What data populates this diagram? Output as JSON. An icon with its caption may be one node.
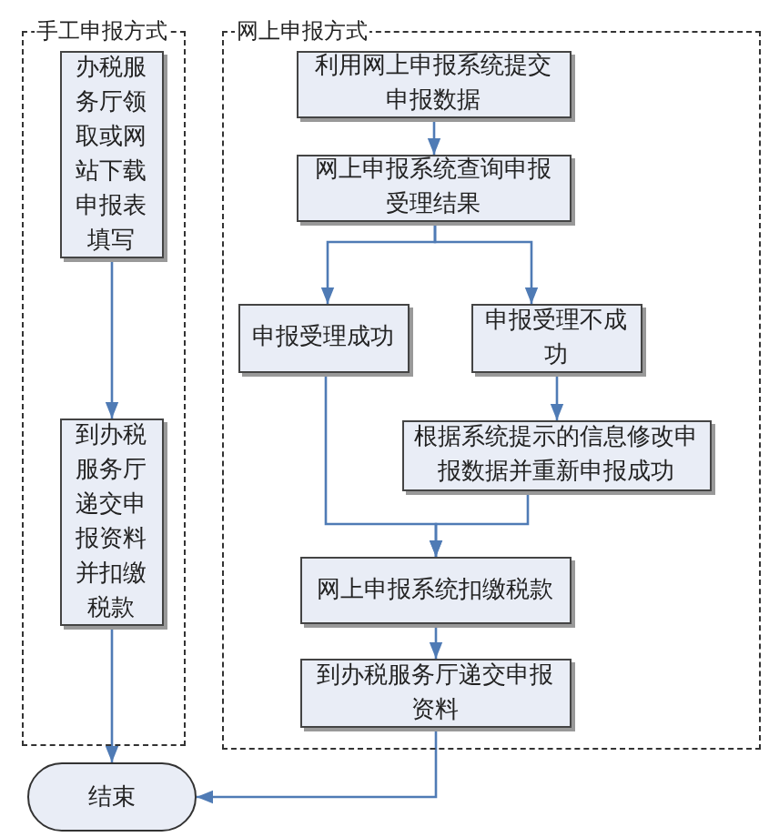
{
  "diagram": {
    "nodes": [
      {
        "text": [
          "手工申报方式"
        ]
      },
      {
        "text": [
          "办税服务厅领取或网站下载申报表填写"
        ],
        "in": 0
      },
      {
        "text": [
          "到办税服务厅递交申报资料并扣缴税款"
        ],
        "in": 0
      },
      {
        "text": [
          "网上申报方式"
        ]
      },
      {
        "text": [
          "利用网上申报系统提交申报数据"
        ],
        "in": 3
      },
      {
        "text": [
          "网上申报系统查询申报受理结果"
        ],
        "in": 3
      },
      {
        "text": [
          "申报受理成功"
        ],
        "in": 3
      },
      {
        "text": [
          "申报受理不成功"
        ],
        "in": 3
      },
      {
        "text": [
          "根据系统提示的信息修改申报数据并重新申报成功"
        ],
        "in": 3
      },
      {
        "text": [
          "网上申报系统扣缴税款"
        ],
        "in": 3
      },
      {
        "text": [
          "到办税服务厅递交申报资料"
        ],
        "in": 3
      },
      {
        "text": [
          "结束"
        ]
      }
    ],
    "edges": [
      {
        "from": 1,
        "to": 2,
        "arrow": "to"
      },
      {
        "from": 2,
        "to": 11,
        "arrow": "to"
      },
      {
        "from": 4,
        "to": 5,
        "arrow": "to"
      },
      {
        "from": 5,
        "to": 6,
        "arrow": "to"
      },
      {
        "from": 5,
        "to": 7,
        "arrow": "to"
      },
      {
        "from": 7,
        "to": 8,
        "arrow": "to"
      },
      {
        "from": 6,
        "to": 9,
        "arrow": "to"
      },
      {
        "from": 8,
        "to": 9,
        "arrow": "to"
      },
      {
        "from": 9,
        "to": 10,
        "arrow": "to"
      },
      {
        "from": 10,
        "to": 11,
        "arrow": "to"
      }
    ]
  }
}
